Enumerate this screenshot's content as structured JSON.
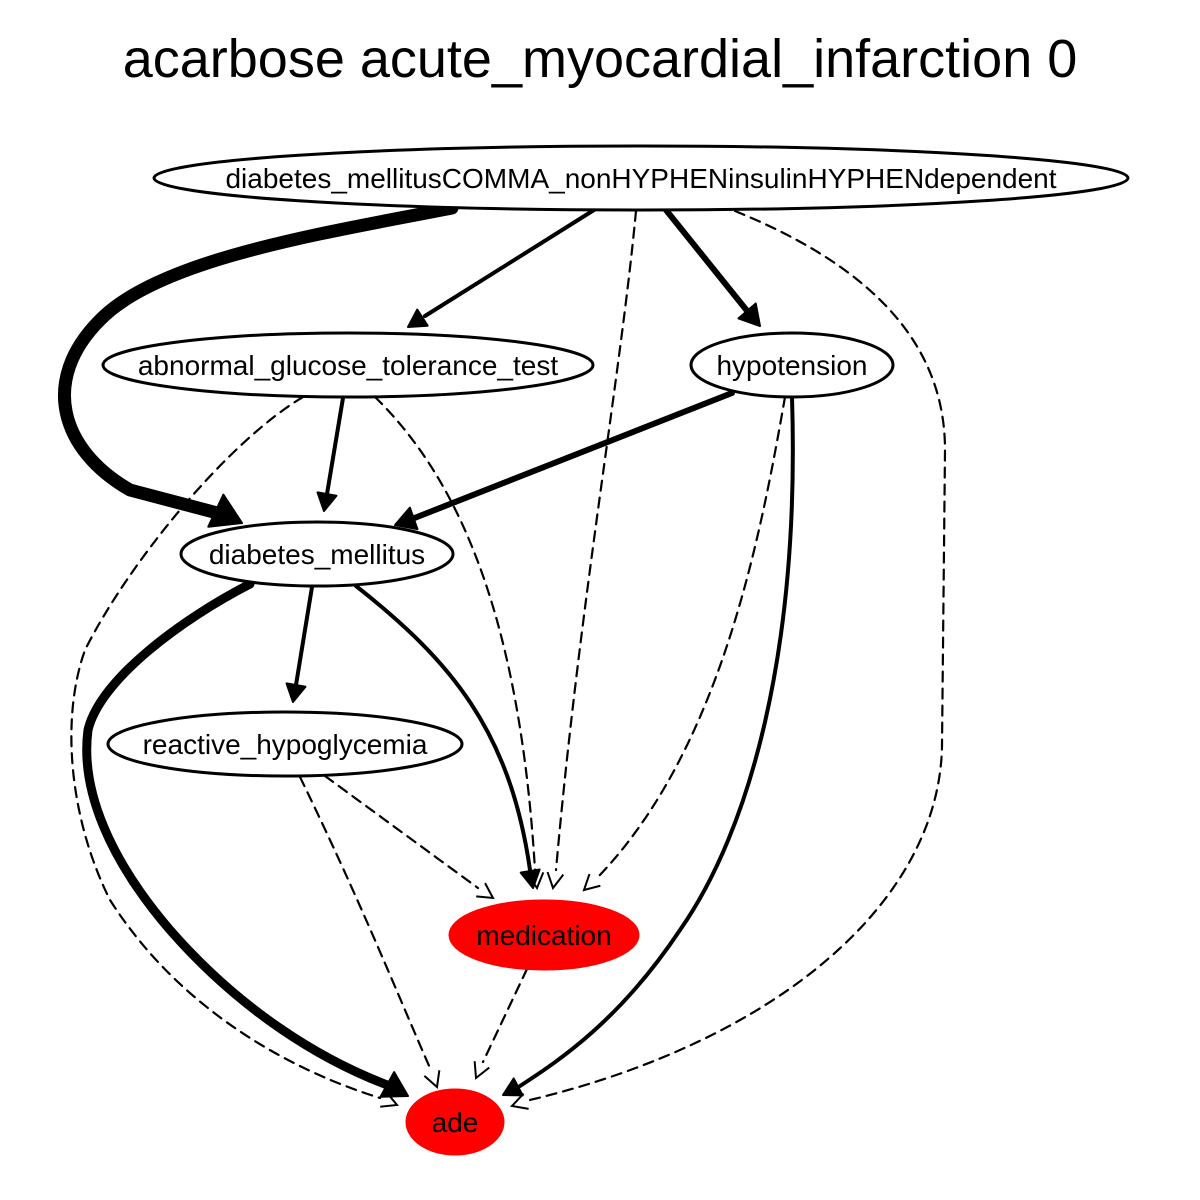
{
  "title": "acarbose acute_myocardial_infarction 0",
  "colors": {
    "default_node_fill": "#ffffff",
    "highlight_node_fill": "#ff0000",
    "stroke": "#000000"
  },
  "nodes": [
    {
      "id": "dm_nid",
      "label": "diabetes_mellitusCOMMA_nonHYPHENinsulinHYPHENdependent",
      "highlight": false
    },
    {
      "id": "agtt",
      "label": "abnormal_glucose_tolerance_test",
      "highlight": false
    },
    {
      "id": "hypotension",
      "label": "hypotension",
      "highlight": false
    },
    {
      "id": "dm",
      "label": "diabetes_mellitus",
      "highlight": false
    },
    {
      "id": "rh",
      "label": "reactive_hypoglycemia",
      "highlight": false
    },
    {
      "id": "medication",
      "label": "medication",
      "highlight": true
    },
    {
      "id": "ade",
      "label": "ade",
      "highlight": true
    }
  ],
  "edges": [
    {
      "from": "dm_nid",
      "to": "dm",
      "style": "solid",
      "weight": 5
    },
    {
      "from": "dm_nid",
      "to": "agtt",
      "style": "solid",
      "weight": 2
    },
    {
      "from": "dm_nid",
      "to": "hypotension",
      "style": "solid",
      "weight": 3
    },
    {
      "from": "dm_nid",
      "to": "medication",
      "style": "dashed",
      "weight": 1
    },
    {
      "from": "dm_nid",
      "to": "ade",
      "style": "dashed",
      "weight": 1
    },
    {
      "from": "agtt",
      "to": "dm",
      "style": "solid",
      "weight": 2
    },
    {
      "from": "agtt",
      "to": "medication",
      "style": "dashed",
      "weight": 1
    },
    {
      "from": "agtt",
      "to": "ade",
      "style": "dashed",
      "weight": 1
    },
    {
      "from": "hypotension",
      "to": "dm",
      "style": "solid",
      "weight": 3
    },
    {
      "from": "hypotension",
      "to": "medication",
      "style": "dashed",
      "weight": 1
    },
    {
      "from": "hypotension",
      "to": "ade",
      "style": "solid",
      "weight": 2
    },
    {
      "from": "dm",
      "to": "rh",
      "style": "solid",
      "weight": 2
    },
    {
      "from": "dm",
      "to": "medication",
      "style": "solid",
      "weight": 2
    },
    {
      "from": "dm",
      "to": "ade",
      "style": "solid",
      "weight": 4
    },
    {
      "from": "rh",
      "to": "medication",
      "style": "dashed",
      "weight": 1
    },
    {
      "from": "rh",
      "to": "ade",
      "style": "dashed",
      "weight": 1
    },
    {
      "from": "medication",
      "to": "ade",
      "style": "dashed",
      "weight": 1
    }
  ]
}
